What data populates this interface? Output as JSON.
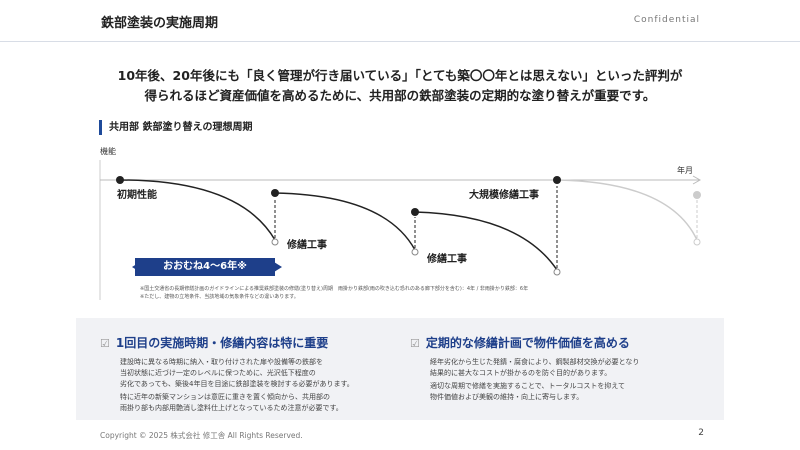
{
  "header": {
    "title": "鉄部塗装の実施周期",
    "confidential": "Confidential"
  },
  "lead": {
    "line1": "10年後、20年後にも「良く管理が行き届いている」「とても築〇〇年とは思えない」といった評判が",
    "line2": "得られるほど資産価値を高めるために、共用部の鉄部塗装の定期的な塗り替えが重要です。"
  },
  "section_title": "共用部 鉄部塗り替えの理想周期",
  "diagram": {
    "y_axis": "機能",
    "x_axis": "年月",
    "initial": "初期性能",
    "repair1": "修繕工事",
    "repair2": "修繕工事",
    "major": "大規模修繕工事",
    "interval": "おおむね4～6年※"
  },
  "notes": [
    "※国土交通省の長期修繕計画のガイドラインによる推奨鉄部塗装の修繕(塗り替え)周期　雨掛かり鉄部(雨の吹き込む恐れのある廊下部分を含む)：4年 / 非雨掛かり鉄部：6年",
    "※ただし、建物の立地条件、当該地域の気象条件などの違いあります。"
  ],
  "points": [
    {
      "title": "1回目の実施時期・修繕内容は特に重要",
      "paras": [
        "建設時に異なる時期に納入・取り付けされた扉や設備等の鉄部を\n当初状態に近づけ一定のレベルに保つために、光沢低下程度の\n劣化であっても、築後4年目を目途に鉄部塗装を検討する必要があります。",
        "特に近年の新築マンションは意匠に重きを置く傾向から、共用部の\n雨掛り部も内部用艶消し塗料仕上げとなっているため注意が必要です。"
      ]
    },
    {
      "title": "定期的な修繕計画で物件価値を高める",
      "paras": [
        "経年劣化から生じた発錆・腐食により、鋼製部材交換が必要となり\n結果的に甚大なコストが掛かるのを防ぐ目的があります。",
        "適切な周期で修繕を実施することで、トータルコストを抑えて\n物件価値および美観の維持・向上に寄与します。"
      ]
    }
  ],
  "footer": {
    "copyright": "Copyright © 2025 株式会社 修工舎 All Rights Reserved.",
    "page": "2"
  },
  "colors": {
    "accent": "#1e3f8a"
  }
}
